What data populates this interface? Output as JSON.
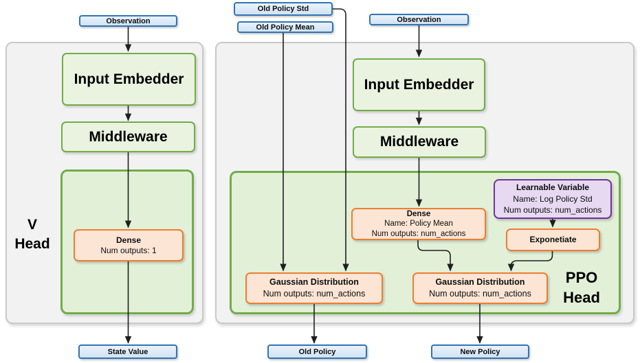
{
  "colors": {
    "blue_border": "#2E75B6",
    "blue_fill": "#D9E8F6",
    "green_border": "#70AD47",
    "green_box_fill": "#E9F3DF",
    "green_container_fill": "#E2F0D8",
    "orange_border": "#ED7D31",
    "orange_fill": "#FCE5D5",
    "purple_border": "#7030A0",
    "purple_fill": "#E6D9F1",
    "gray_container_fill": "#F2F2F2",
    "gray_container_border": "#C9C9C9",
    "arrow": "#1F1F1F"
  },
  "v_head": {
    "label": {
      "line1": "V",
      "line2": "Head"
    },
    "observation": "Observation",
    "input_embedder": "Input Embedder",
    "middleware": "Middleware",
    "dense": {
      "title": "Dense",
      "outputs": "Num outputs: 1"
    },
    "state_value": "State Value"
  },
  "ppo_head": {
    "label": {
      "line1": "PPO",
      "line2": "Head"
    },
    "old_policy_std": "Old Policy Std",
    "old_policy_mean": "Old Policy Mean",
    "observation": "Observation",
    "input_embedder": "Input Embedder",
    "middleware": "Middleware",
    "dense": {
      "title": "Dense",
      "name": "Name: Policy Mean",
      "outputs": "Num outputs: num_actions"
    },
    "learnable_variable": {
      "title": "Learnable Variable",
      "name": "Name: Log Policy Std",
      "outputs": "Num outputs: num_actions"
    },
    "exponetiate": "Exponetiate",
    "gaussian_distribution_old": {
      "title": "Gaussian Distribution",
      "outputs": "Num outputs: num_actions"
    },
    "gaussian_distribution_new": {
      "title": "Gaussian Distribution",
      "outputs": "Num outputs: num_actions"
    },
    "old_policy": "Old Policy",
    "new_policy": "New Policy"
  }
}
